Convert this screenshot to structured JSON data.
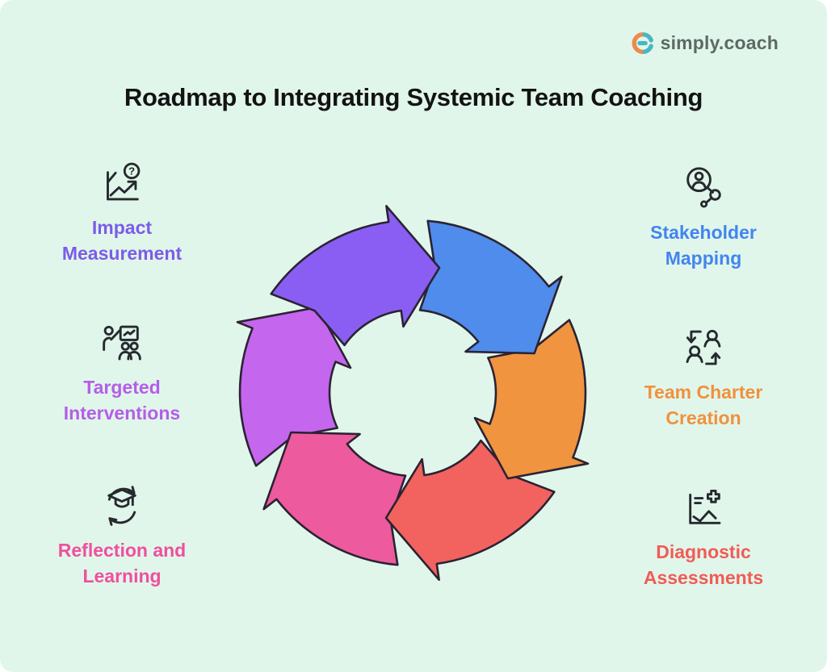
{
  "logo": {
    "text": "simply.coach",
    "icon": "simply-coach-logo-icon",
    "orange": "#ed8a4d",
    "teal": "#4ab5c4",
    "text_color": "#5c6a66"
  },
  "title": {
    "text": "Roadmap to Integrating Systemic Team Coaching",
    "color": "#131313"
  },
  "items": [
    {
      "id": "impact-measurement",
      "label": "Impact Measurement",
      "color": "#7b5ce9",
      "icon": "impact-measurement-icon",
      "side": "left"
    },
    {
      "id": "targeted-interventions",
      "label": "Targeted Interventions",
      "color": "#b45ee9",
      "icon": "targeted-interventions-icon",
      "side": "left"
    },
    {
      "id": "reflection-learning",
      "label": "Reflection and Learning",
      "color": "#ef4f9f",
      "icon": "reflection-and-learning-icon",
      "side": "left"
    },
    {
      "id": "stakeholder-mapping",
      "label": "Stakeholder Mapping",
      "color": "#4285f0",
      "icon": "stakeholder-mapping-icon",
      "side": "right"
    },
    {
      "id": "team-charter-creation",
      "label": "Team Charter Creation",
      "color": "#f0913c",
      "icon": "team-charter-creation-icon",
      "side": "right"
    },
    {
      "id": "diagnostic-assessments",
      "label": "Diagnostic Assessments",
      "color": "#f15b56",
      "icon": "diagnostic-assessments-icon",
      "side": "right"
    }
  ],
  "icons": {
    "question_mark": "?"
  },
  "chart_data": {
    "type": "cycle-diagram",
    "direction": "clockwise",
    "steps": [
      "Stakeholder Mapping",
      "Team Charter Creation",
      "Diagnostic Assessments",
      "Reflection and Learning",
      "Targeted Interventions",
      "Impact Measurement"
    ],
    "outline_color": "#2a2333",
    "segments": [
      {
        "name": "targeted-interventions",
        "color": "#c566ee",
        "start_angle": 155
      },
      {
        "name": "reflection-learning",
        "color": "#ee5a9e",
        "start_angle": 95
      },
      {
        "name": "diagnostic-assessments",
        "color": "#f2625f",
        "start_angle": 35
      },
      {
        "name": "team-charter-creation",
        "color": "#f09440",
        "start_angle": -25
      },
      {
        "name": "stakeholder-mapping",
        "color": "#4f8cec",
        "start_angle": -85
      },
      {
        "name": "impact-measurement",
        "color": "#8a5ef2",
        "start_angle": -145
      }
    ],
    "segment_span_deg": 60
  }
}
